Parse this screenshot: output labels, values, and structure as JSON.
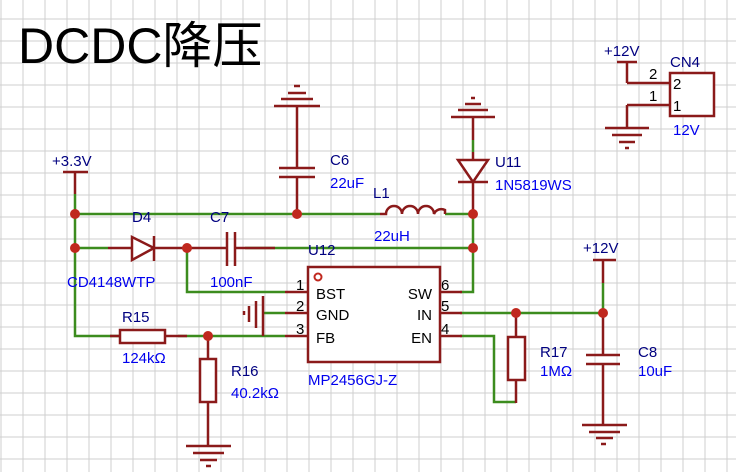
{
  "title": "DCDC降压",
  "colors": {
    "wire": "#3c8c1e",
    "part": "#8b1a1a",
    "junction": "#c0281e",
    "designator": "#000080",
    "value": "#0000ee",
    "grid": "#cfcfcf"
  },
  "nets": {
    "v33": "+3.3V",
    "v12_connector": "+12V",
    "v12_input": "+12V"
  },
  "components": {
    "cn4": {
      "ref": "CN4",
      "value": "12V",
      "pin2": "2",
      "pin1": "1",
      "wire_pin2": "2",
      "wire_pin1": "1"
    },
    "c6": {
      "ref": "C6",
      "value": "22uF"
    },
    "l1": {
      "ref": "L1",
      "value": "22uH"
    },
    "u11": {
      "ref": "U11",
      "value": "1N5819WS"
    },
    "d4": {
      "ref": "D4",
      "value": "CD4148WTP"
    },
    "c7": {
      "ref": "C7",
      "value": "100nF"
    },
    "u12": {
      "ref": "U12",
      "value": "MP2456GJ-Z",
      "pins_left": [
        {
          "num": "1",
          "name": "BST"
        },
        {
          "num": "2",
          "name": "GND"
        },
        {
          "num": "3",
          "name": "FB"
        }
      ],
      "pins_right": [
        {
          "num": "6",
          "name": "SW"
        },
        {
          "num": "5",
          "name": "IN"
        },
        {
          "num": "4",
          "name": "EN"
        }
      ]
    },
    "r15": {
      "ref": "R15",
      "value": "124kΩ"
    },
    "r16": {
      "ref": "R16",
      "value": "40.2kΩ"
    },
    "r17": {
      "ref": "R17",
      "value": "1MΩ"
    },
    "c8": {
      "ref": "C8",
      "value": "10uF"
    }
  }
}
